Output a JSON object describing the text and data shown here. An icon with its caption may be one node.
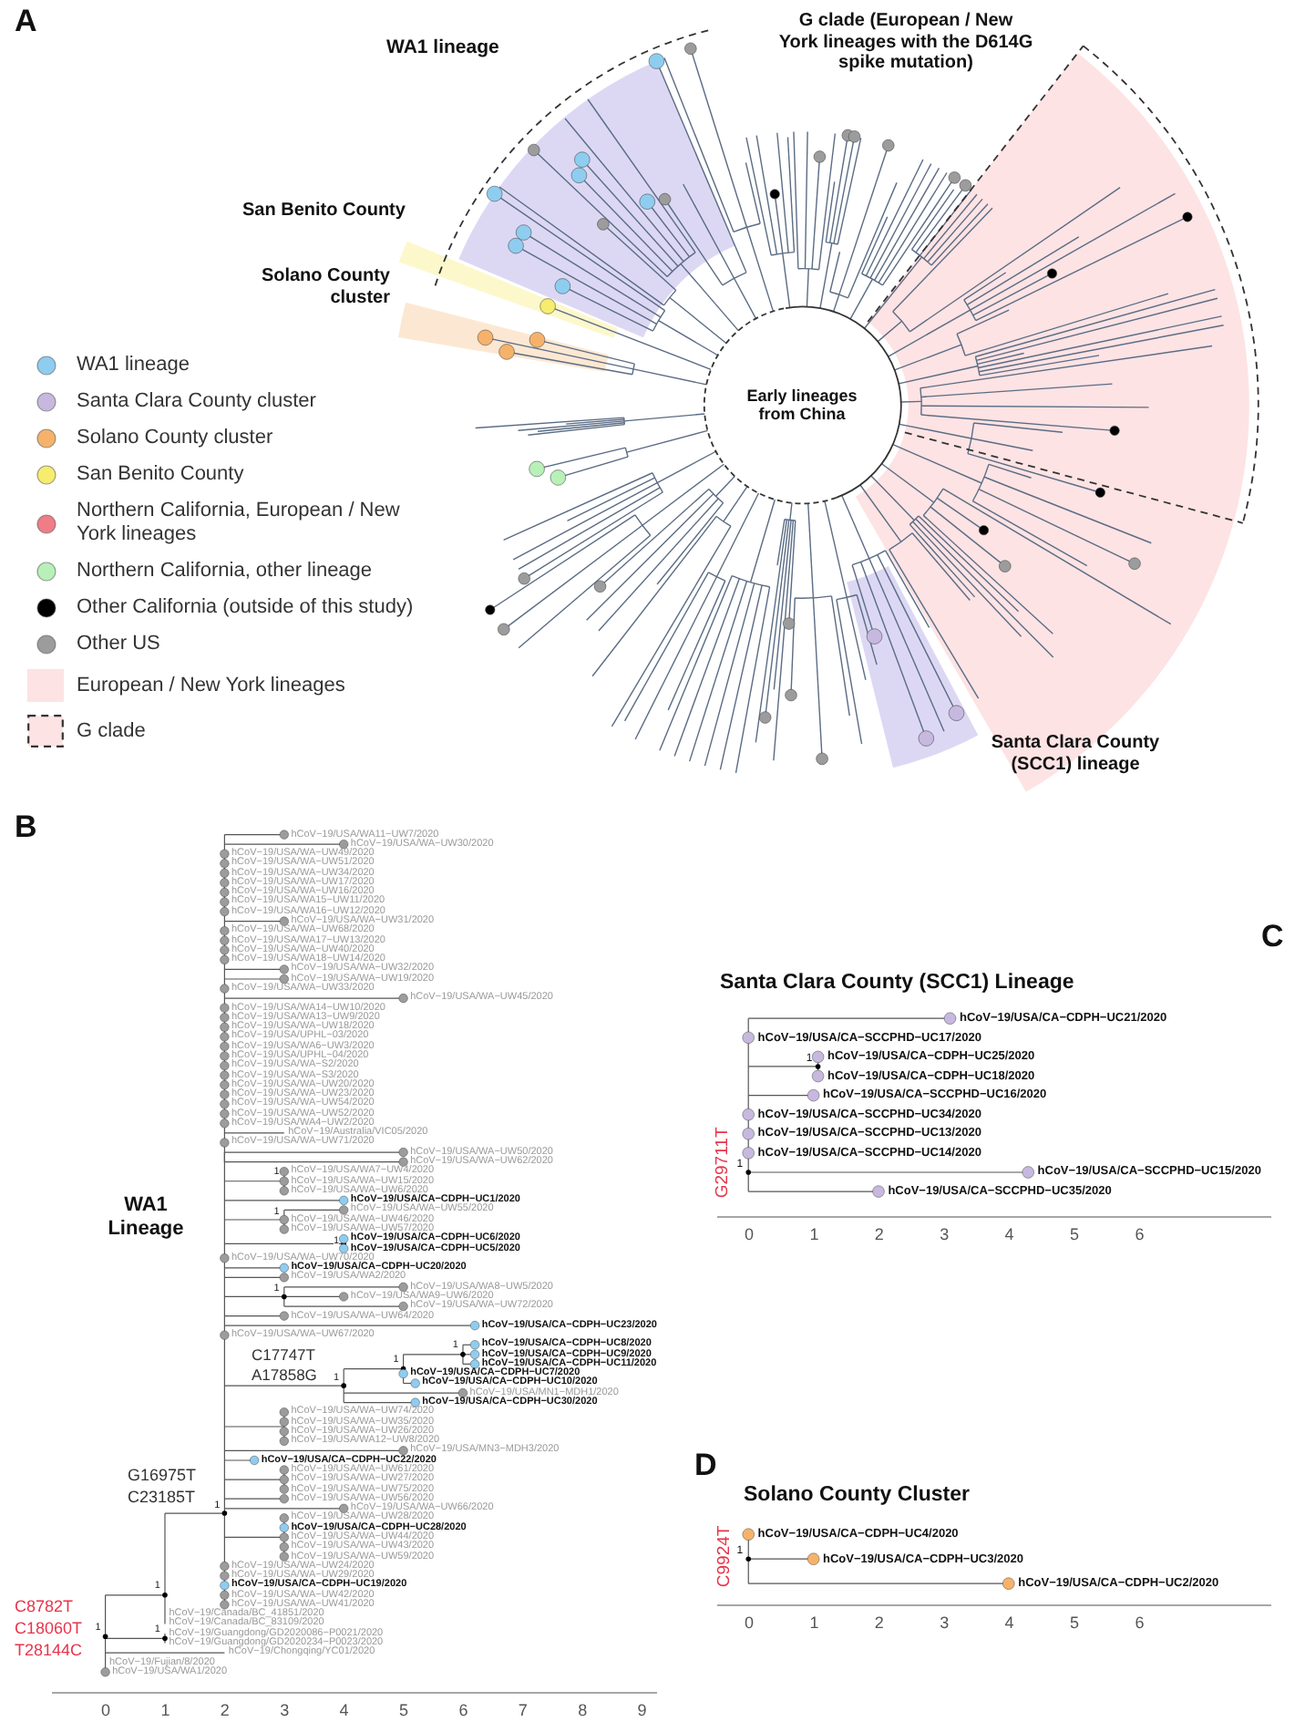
{
  "diagram": {
    "labels": [
      "A",
      "G clade (European / New York lineages with the D614G spike mutation)",
      "WA1 lineage",
      "San Benito County",
      "Solano County cluster",
      "Early lineages from China",
      "Santa Clara County (SCC1) lineage",
      "B",
      "hCoV−19/USA/WA11−UW7/2020",
      "hCoV−19/USA/WA−UW30/2020",
      "hCoV−19/USA/WA−UW49/2020",
      "hCoV−19/USA/WA−UW51/2020",
      "hCoV−19/USA/WA−UW34/2020",
      "hCoV−19/USA/WA−UW17/2020",
      "hCoV−19/USA/WA−UW16/2020",
      "hCoV−19/USA/WA15−UW11/2020",
      "hCoV−19/USA/WA16−UW12/2020",
      "hCoV−19/USA/WA−UW31/2020",
      "hCoV−19/USA/WA−UW68/2020",
      "hCoV−19/USA/WA17−UW13/2020",
      "hCoV−19/USA/WA−UW40/2020",
      "hCoV−19/USA/WA18−UW14/2020",
      "hCoV−19/USA/WA−UW32/2020",
      "hCoV−19/USA/WA−UW19/2020",
      "hCoV−19/USA/WA−UW33/2020",
      "hCoV−19/USA/WA−UW45/2020",
      "hCoV−19/USA/WA14−UW10/2020",
      "hCoV−19/USA/WA13−UW9/2020",
      "hCoV−19/USA/WA−UW18/2020",
      "hCoV−19/USA/UPHL−03/2020",
      "hCoV−19/USA/WA6−UW3/2020",
      "hCoV−19/USA/UPHL−04/2020",
      "hCoV−19/USA/WA−S2/2020",
      "hCoV−19/USA/WA−S3/2020",
      "hCoV−19/USA/WA−UW20/2020",
      "hCoV−19/USA/WA−UW23/2020",
      "hCoV−19/USA/WA−UW54/2020",
      "hCoV−19/USA/WA−UW52/2020",
      "hCoV−19/USA/WA4−UW2/2020",
      "hCoV−19/Australia/VIC05/2020",
      "hCoV−19/USA/WA−UW71/2020",
      "hCoV−19/USA/WA−UW50/2020",
      "hCoV−19/USA/WA−UW62/2020",
      "hCoV−19/USA/WA7−UW4/2020",
      "hCoV−19/USA/WA−UW15/2020",
      "hCoV−19/USA/WA−UW6/2020",
      "hCoV−19/USA/CA−CDPH−UC1/2020",
      "hCoV−19/USA/WA−UW55/2020",
      "hCoV−19/USA/WA−UW46/2020",
      "hCoV−19/USA/WA−UW57/2020",
      "hCoV−19/USA/CA−CDPH−UC6/2020",
      "hCoV−19/USA/CA−CDPH−UC5/2020",
      "hCoV−19/USA/WA−UW70/2020",
      "hCoV−19/USA/CA−CDPH−UC20/2020",
      "hCoV−19/USA/WA2/2020",
      "hCoV−19/USA/WA8−UW5/2020",
      "hCoV−19/USA/WA9−UW6/2020",
      "hCoV−19/USA/WA−UW72/2020",
      "hCoV−19/USA/WA−UW64/2020",
      "hCoV−19/USA/CA−CDPH−UC23/2020",
      "hCoV−19/USA/WA−UW67/2020",
      "hCoV−19/USA/CA−CDPH−UC8/2020",
      "hCoV−19/USA/CA−CDPH−UC9/2020",
      "hCoV−19/USA/CA−CDPH−UC11/2020",
      "hCoV−19/USA/CA−CDPH−UC7/2020",
      "hCoV−19/USA/CA−CDPH−UC10/2020",
      "hCoV−19/USA/MN1−MDH1/2020",
      "hCoV−19/USA/CA−CDPH−UC30/2020",
      "hCoV−19/USA/WA−UW74/2020",
      "hCoV−19/USA/WA−UW35/2020",
      "hCoV−19/USA/WA−UW26/2020",
      "hCoV−19/USA/WA12−UW8/2020",
      "hCoV−19/USA/MN3−MDH3/2020",
      "hCoV−19/USA/CA−CDPH−UC22/2020",
      "hCoV−19/USA/WA−UW61/2020",
      "hCoV−19/USA/WA−UW27/2020",
      "hCoV−19/USA/WA−UW75/2020",
      "hCoV−19/USA/WA−UW56/2020",
      "hCoV−19/USA/WA−UW66/2020",
      "hCoV−19/USA/WA−UW28/2020",
      "hCoV−19/USA/CA−CDPH−UC28/2020",
      "hCoV−19/USA/WA−UW44/2020",
      "hCoV−19/USA/WA−UW43/2020",
      "hCoV−19/USA/WA−UW59/2020",
      "hCoV−19/USA/WA−UW24/2020",
      "hCoV−19/USA/WA−UW29/2020",
      "hCoV−19/USA/CA−CDPH−UC19/2020",
      "hCoV−19/USA/WA−UW42/2020",
      "hCoV−19/USA/WA−UW41/2020",
      "hCoV−19/Canada/BC_41851/2020",
      "hCoV−19/Canada/BC_83109/2020",
      "hCoV−19/Guangdong/GD2020086−P0021/2020",
      "hCoV−19/Guangdong/GD2020234−P0023/2020",
      "hCoV−19/Chongqing/YC01/2020",
      "hCoV−19/Fujian/8/2020",
      "hCoV−19/USA/WA1/2020",
      "WA1 Lineage",
      "C17747T",
      "A17858G",
      "G16975T",
      "C23185T",
      "C8782T",
      "C18060T",
      "T28144C",
      "1",
      "1",
      "1",
      "1",
      "1",
      "1",
      "1",
      "1",
      "1",
      "1",
      "1",
      "0",
      "1",
      "2",
      "3",
      "4",
      "5",
      "6",
      "7",
      "8",
      "9",
      "C",
      "Santa Clara County (SCC1) Lineage",
      "G29711T",
      "hCoV−19/USA/CA−CDPH−UC21/2020",
      "hCoV−19/USA/CA−SCCPHD−UC17/2020",
      "hCoV−19/USA/CA−CDPH−UC25/2020",
      "hCoV−19/USA/CA−CDPH−UC18/2020",
      "hCoV−19/USA/CA−SCCPHD−UC16/2020",
      "hCoV−19/USA/CA−SCCPHD−UC34/2020",
      "hCoV−19/USA/CA−SCCPHD−UC13/2020",
      "hCoV−19/USA/CA−SCCPHD−UC14/2020",
      "hCoV−19/USA/CA−SCCPHD−UC15/2020",
      "hCoV−19/USA/CA−SCCPHD−UC35/2020",
      "1",
      "1",
      "0",
      "1",
      "2",
      "3",
      "4",
      "5",
      "6",
      "D",
      "Solano County Cluster",
      "C9924T",
      "hCoV−19/USA/CA−CDPH−UC4/2020",
      "hCoV−19/USA/CA−CDPH−UC3/2020",
      "hCoV−19/USA/CA−CDPH−UC2/2020",
      "1",
      "0",
      "1",
      "2",
      "3",
      "4",
      "5",
      "6"
    ],
    "legend": [
      {
        "text": "WA1 lineage",
        "color": "#8ecdf0"
      },
      {
        "text": "Santa Clara County cluster",
        "color": "#c7b8df"
      },
      {
        "text": "Solano County cluster",
        "color": "#f6b26b"
      },
      {
        "text": "San Benito County",
        "color": "#f6ec6e"
      },
      {
        "text": "Northern California, European / New York lineages",
        "color": "#ef7d86"
      },
      {
        "text": "Northern California, other lineage",
        "color": "#b8f0b8"
      },
      {
        "text": "Other California (outside of this study)",
        "color": "#000000"
      },
      {
        "text": "Other US",
        "color": "#9c9c9c"
      },
      {
        "text": "European / New York lineages",
        "color": "#fde3e4"
      },
      {
        "text": "G clade"
      }
    ]
  }
}
